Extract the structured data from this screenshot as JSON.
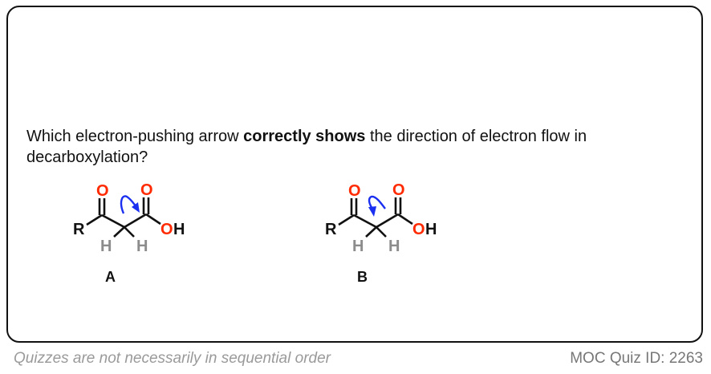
{
  "question": {
    "before": "Which electron-pushing arrow ",
    "bold": "correctly shows",
    "after": " the direction of electron flow in decarboxylation?"
  },
  "options": [
    {
      "label": "A",
      "atoms": {
        "r": "R",
        "o1": "O",
        "o2": "O",
        "oh_o": "O",
        "oh_h": "H",
        "h1": "H",
        "h2": "H"
      }
    },
    {
      "label": "B",
      "atoms": {
        "r": "R",
        "o1": "O",
        "o2": "O",
        "oh_o": "O",
        "oh_h": "H",
        "h1": "H",
        "h2": "H"
      }
    }
  ],
  "colors": {
    "oxygen": "#ff2a00",
    "hydrogen": "#8c8c8c",
    "arrow": "#1a2ff0"
  },
  "footer": {
    "note": "Quizzes are not necessarily in sequential order",
    "quiz_id": "MOC Quiz ID: 2263"
  }
}
